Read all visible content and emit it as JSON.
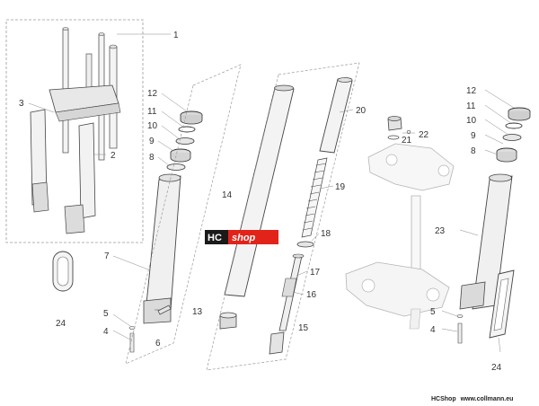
{
  "diagram": {
    "part_numbers": {
      "p1": "1",
      "p2": "2",
      "p3": "3",
      "p4a": "4",
      "p5a": "5",
      "p6": "6",
      "p7": "7",
      "p8a": "8",
      "p9a": "9",
      "p10a": "10",
      "p11a": "11",
      "p12a": "12",
      "p13": "13",
      "p14": "14",
      "p15": "15",
      "p16": "16",
      "p17": "17",
      "p18": "18",
      "p19": "19",
      "p20": "20",
      "p21": "21",
      "p22": "22",
      "p23": "23",
      "p24a": "24",
      "p12b": "12",
      "p11b": "11",
      "p10b": "10",
      "p9b": "9",
      "p8b": "8",
      "p5b": "5",
      "p4b": "4",
      "p24b": "24"
    }
  },
  "logo": {
    "left": "HC",
    "right": "shop",
    "left_color": "#1a1a1a",
    "right_color": "#e2231a"
  },
  "footer": {
    "brand": "HCShop",
    "url": "www.collmann.eu"
  }
}
